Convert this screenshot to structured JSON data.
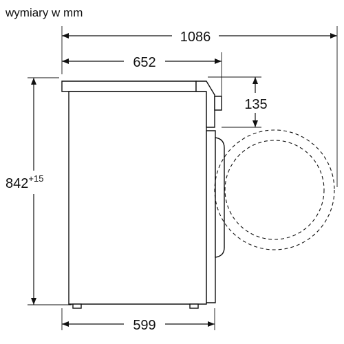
{
  "title": "wymiary w mm",
  "dimensions": {
    "total_depth": "1086",
    "body_depth": "652",
    "control_panel_height": "135",
    "height_base": "842",
    "height_tolerance": "+15",
    "base_width": "599"
  },
  "colors": {
    "line": "#111111",
    "background": "#ffffff"
  }
}
